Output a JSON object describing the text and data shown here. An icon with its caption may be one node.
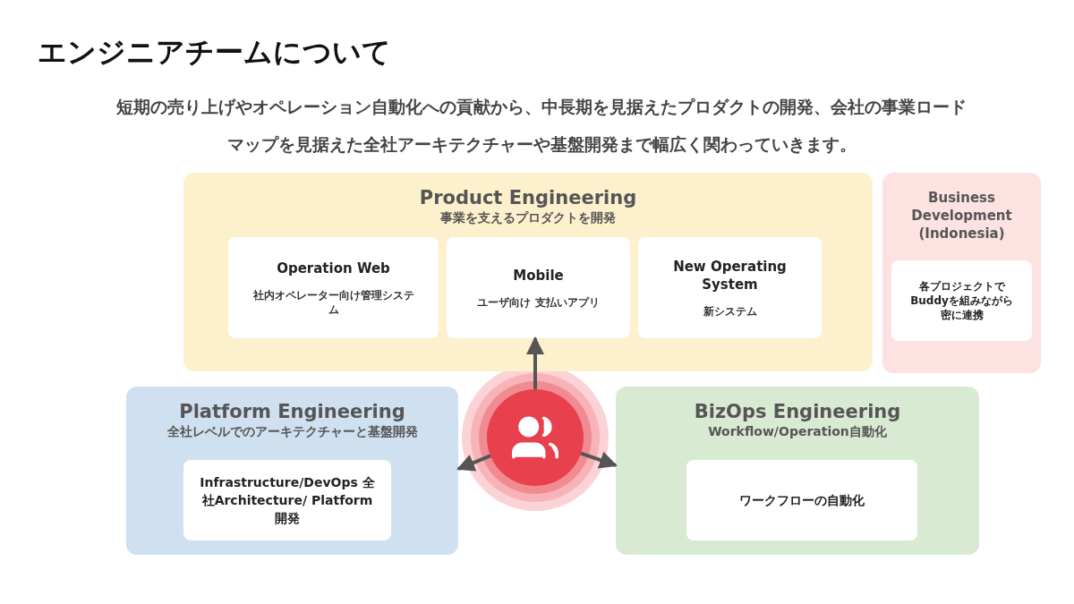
{
  "diagram": {
    "title": "エンジニアチームについて",
    "nodes": [
      {
        "text": [
          "Product Engineering",
          "事業を支えるプロダクトを開発"
        ]
      },
      {
        "text": [
          "Operation Web",
          "社内オペレーター向け管理システム"
        ],
        "in": 0
      },
      {
        "text": [
          "Mobile",
          "ユーザ向け 支払いアプリ"
        ],
        "in": 0
      },
      {
        "text": [
          "New Operating System",
          "新システム"
        ],
        "in": 0
      },
      {
        "text": [
          "Business Development (Indonesia)"
        ]
      },
      {
        "text": [
          "各プロジェクトでBuddyを組みながら密に連携"
        ],
        "in": 4
      },
      {
        "text": [
          "Platform Engineering",
          "全社レベルでのアーキテクチャーと基盤開発"
        ]
      },
      {
        "text": [
          "Infrastructure/DevOps 全社Architecture/ Platform開発"
        ],
        "in": 6
      },
      {
        "text": [],
        "shape": "circle"
      },
      {
        "text": [
          "BizOps Engineering",
          "Workflow/Operation自動化"
        ]
      },
      {
        "text": [
          "ワークフローの自動化"
        ],
        "in": 9
      }
    ],
    "edges": [
      {
        "from": 8,
        "to": 2,
        "arrow": "to"
      },
      {
        "from": 8,
        "to": 6,
        "arrow": "to"
      },
      {
        "from": 8,
        "to": 9,
        "arrow": "to"
      }
    ],
    "labels": [
      "短期の売り上げやオペレーション自動化への貢献から、中長期を見据えたプロダクトの開発、会社の事業ロードマップを見据えた全社アーキテクチャーや基盤開発まで幅広く関わっていきます。"
    ]
  }
}
